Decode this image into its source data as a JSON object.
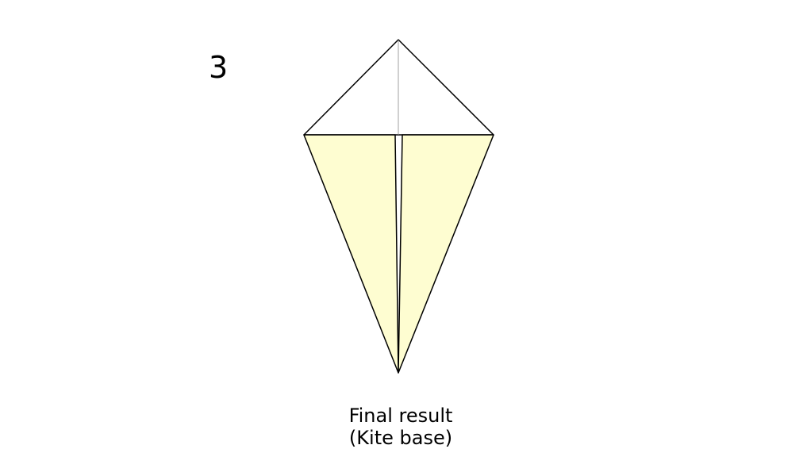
{
  "step": {
    "number": "3"
  },
  "caption": {
    "line1": "Final result",
    "line2": "(Kite base)"
  },
  "colors": {
    "paper_front": "#ffffff",
    "paper_back": "#fefdd1",
    "outline": "#000000",
    "crease": "#888888"
  }
}
